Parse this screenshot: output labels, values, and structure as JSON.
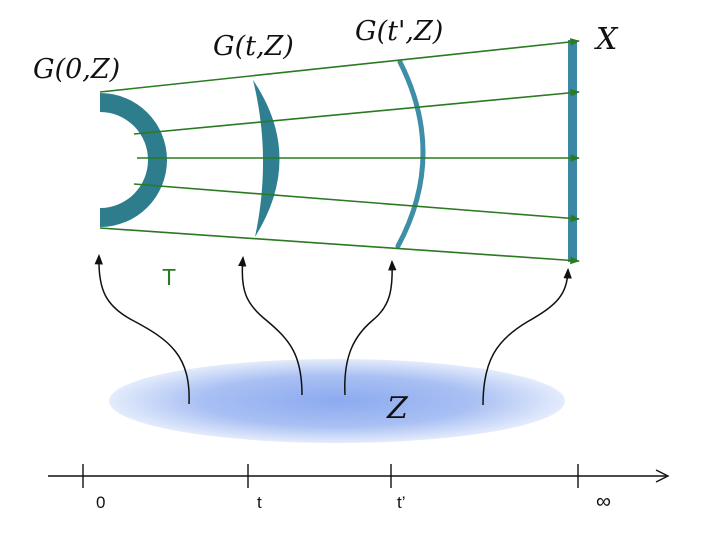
{
  "labels": {
    "g0": "G(0,Z)",
    "gt": "G(t,Z)",
    "gtp": "G(t',Z)",
    "x": "X",
    "t_map": "T",
    "z": "Z"
  },
  "axis": {
    "ticks": [
      "0",
      "t",
      "t’",
      "∞"
    ]
  },
  "colors": {
    "surface_dark": "#2e7d8c",
    "surface_mid": "#3b8ba0",
    "surface_light": "#4a90b4",
    "arrow_green": "#2a7a22",
    "ellipse_center": "#8faef0",
    "ellipse_edge": "#dce6fb",
    "ink": "#111111"
  }
}
